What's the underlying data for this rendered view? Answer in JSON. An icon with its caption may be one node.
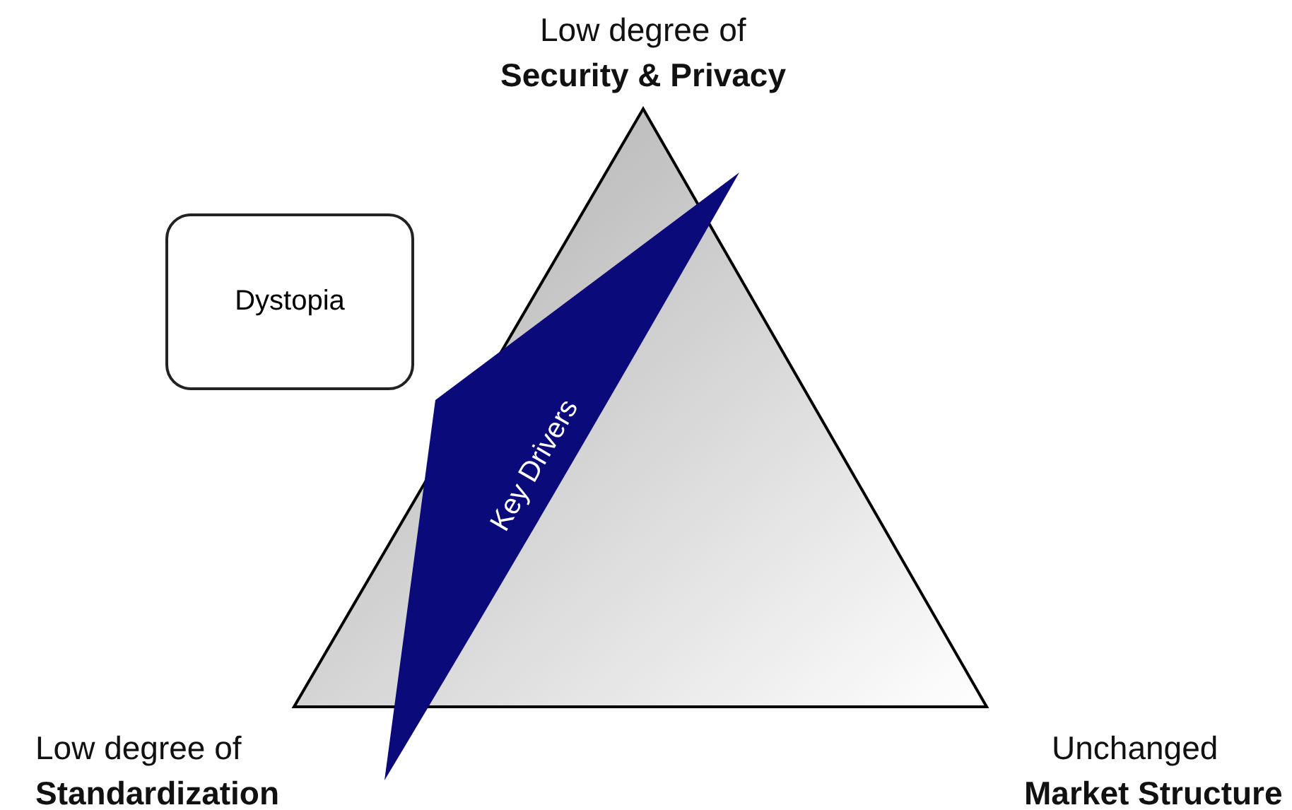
{
  "diagram": {
    "nodes": [
      {
        "text": [
          "Dystopia"
        ]
      },
      {
        "text": [
          "Key Drivers"
        ]
      }
    ],
    "labels": [
      "Low degree of",
      "Security & Privacy",
      "Low degree of",
      "Standardization",
      "Unchanged",
      "Market Structure"
    ]
  }
}
